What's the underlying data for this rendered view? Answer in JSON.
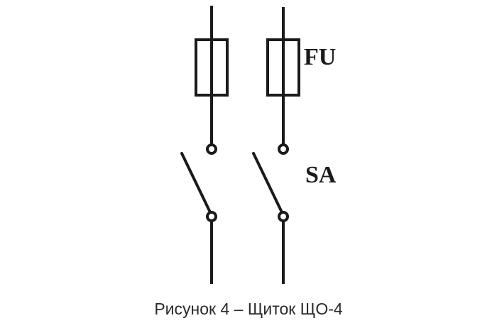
{
  "diagram": {
    "fuse_label": "FU",
    "switch_label": "SA"
  },
  "caption": "Рисунок 4 – Щиток ЩО-4",
  "colors": {
    "line": "#1a1a1a",
    "background": "#ffffff",
    "caption_text": "#2a2a2a"
  }
}
